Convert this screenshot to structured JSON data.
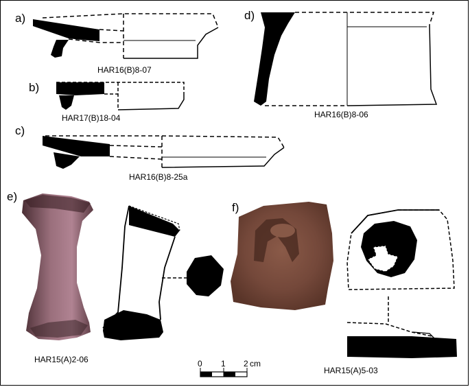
{
  "panels": {
    "a": {
      "letter": "a)",
      "code": "HAR16(B)8-07"
    },
    "b": {
      "letter": "b)",
      "code": "HAR17(B)18-04"
    },
    "c": {
      "letter": "c)",
      "code": "HAR16(B)8-25a"
    },
    "d": {
      "letter": "d)",
      "code": "HAR16(B)8-06"
    },
    "e": {
      "letter": "e)",
      "code": "HAR15(A)2-06"
    },
    "f": {
      "letter": "f)",
      "code": "HAR15(A)5-03"
    }
  },
  "scale_bar": {
    "t0": "0",
    "t1": "1",
    "t2": "2",
    "unit": "cm"
  }
}
